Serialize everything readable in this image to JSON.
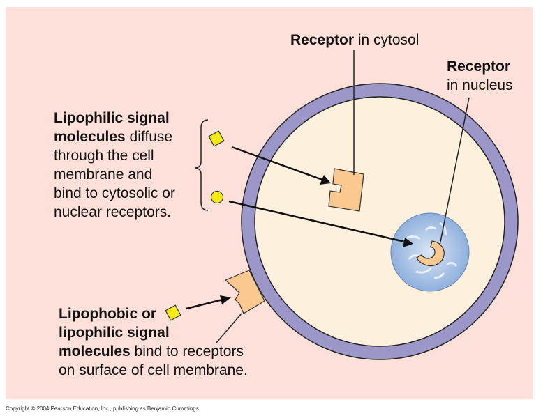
{
  "colors": {
    "background": "#fde0da",
    "membrane": "#9b97c8",
    "cytoplasm": "#fdf0dc",
    "nucleus": "#a9c3e6",
    "receptor": "#fbc98f",
    "molecule": "#f5ea11",
    "ink": "#111111"
  },
  "labels": {
    "receptor_cytosol": {
      "bold": "Receptor",
      "rest": " in cytosol"
    },
    "receptor_nucleus": {
      "line1": "Receptor",
      "line2": "in nucleus"
    },
    "lipophilic": {
      "bold1": "Lipophilic signal",
      "bold2": "molecules",
      "rest2": " diffuse",
      "line3": "through the cell",
      "line4": "membrane and",
      "line5": "bind to cytosolic or",
      "line6": "nuclear receptors."
    },
    "lipophobic": {
      "line1": "Lipophobic or",
      "line2": "lipophilic signal",
      "bold3": "molecules",
      "rest3": " bind to receptors",
      "line4": "on surface of cell membrane."
    }
  },
  "icons": {
    "square_molecule": "yellow-square-molecule",
    "round_molecule": "yellow-circle-molecule",
    "receptor": "notched-receptor"
  },
  "copyright": "Copyright © 2004 Pearson Education, Inc., publishing as Benjamin Cummings."
}
